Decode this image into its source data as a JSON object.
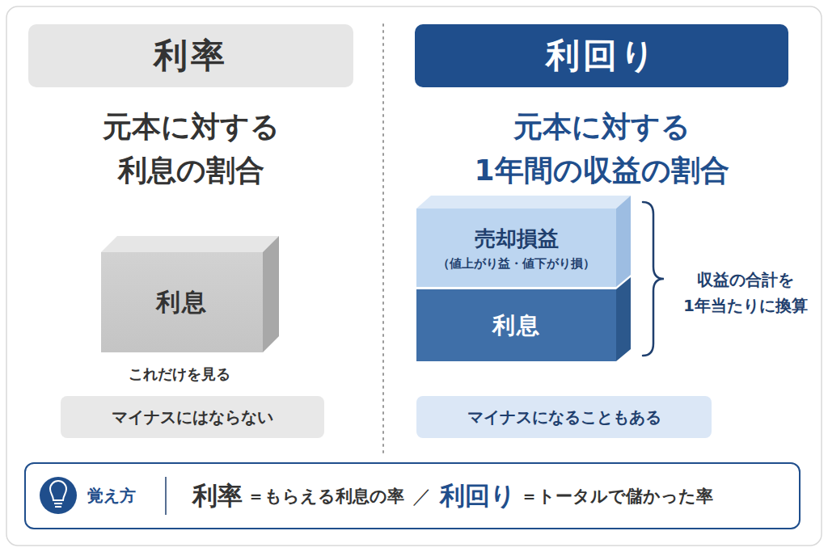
{
  "diagram": {
    "nodes": [
      {
        "text": [
          "利率"
        ]
      },
      {
        "text": [
          "利回り"
        ]
      },
      {
        "text": [
          "利息"
        ]
      },
      {
        "text": [
          "売却損益",
          "（値上がり益・値下がり損）"
        ]
      },
      {
        "text": [
          "利息"
        ]
      },
      {
        "text": [
          "マイナスにはならない"
        ]
      },
      {
        "text": [
          "マイナスになることもある"
        ]
      },
      {
        "text": [
          "覚え方",
          "利率",
          "＝もらえる利息の率",
          "／",
          "利回り",
          "＝トータルで儲かった率"
        ]
      }
    ],
    "labels": [
      "元本に対する 利息の割合",
      "元本に対する 1年間の収益の割合",
      "これだけを見る",
      "収益の合計を 1年当たりに換算"
    ]
  }
}
